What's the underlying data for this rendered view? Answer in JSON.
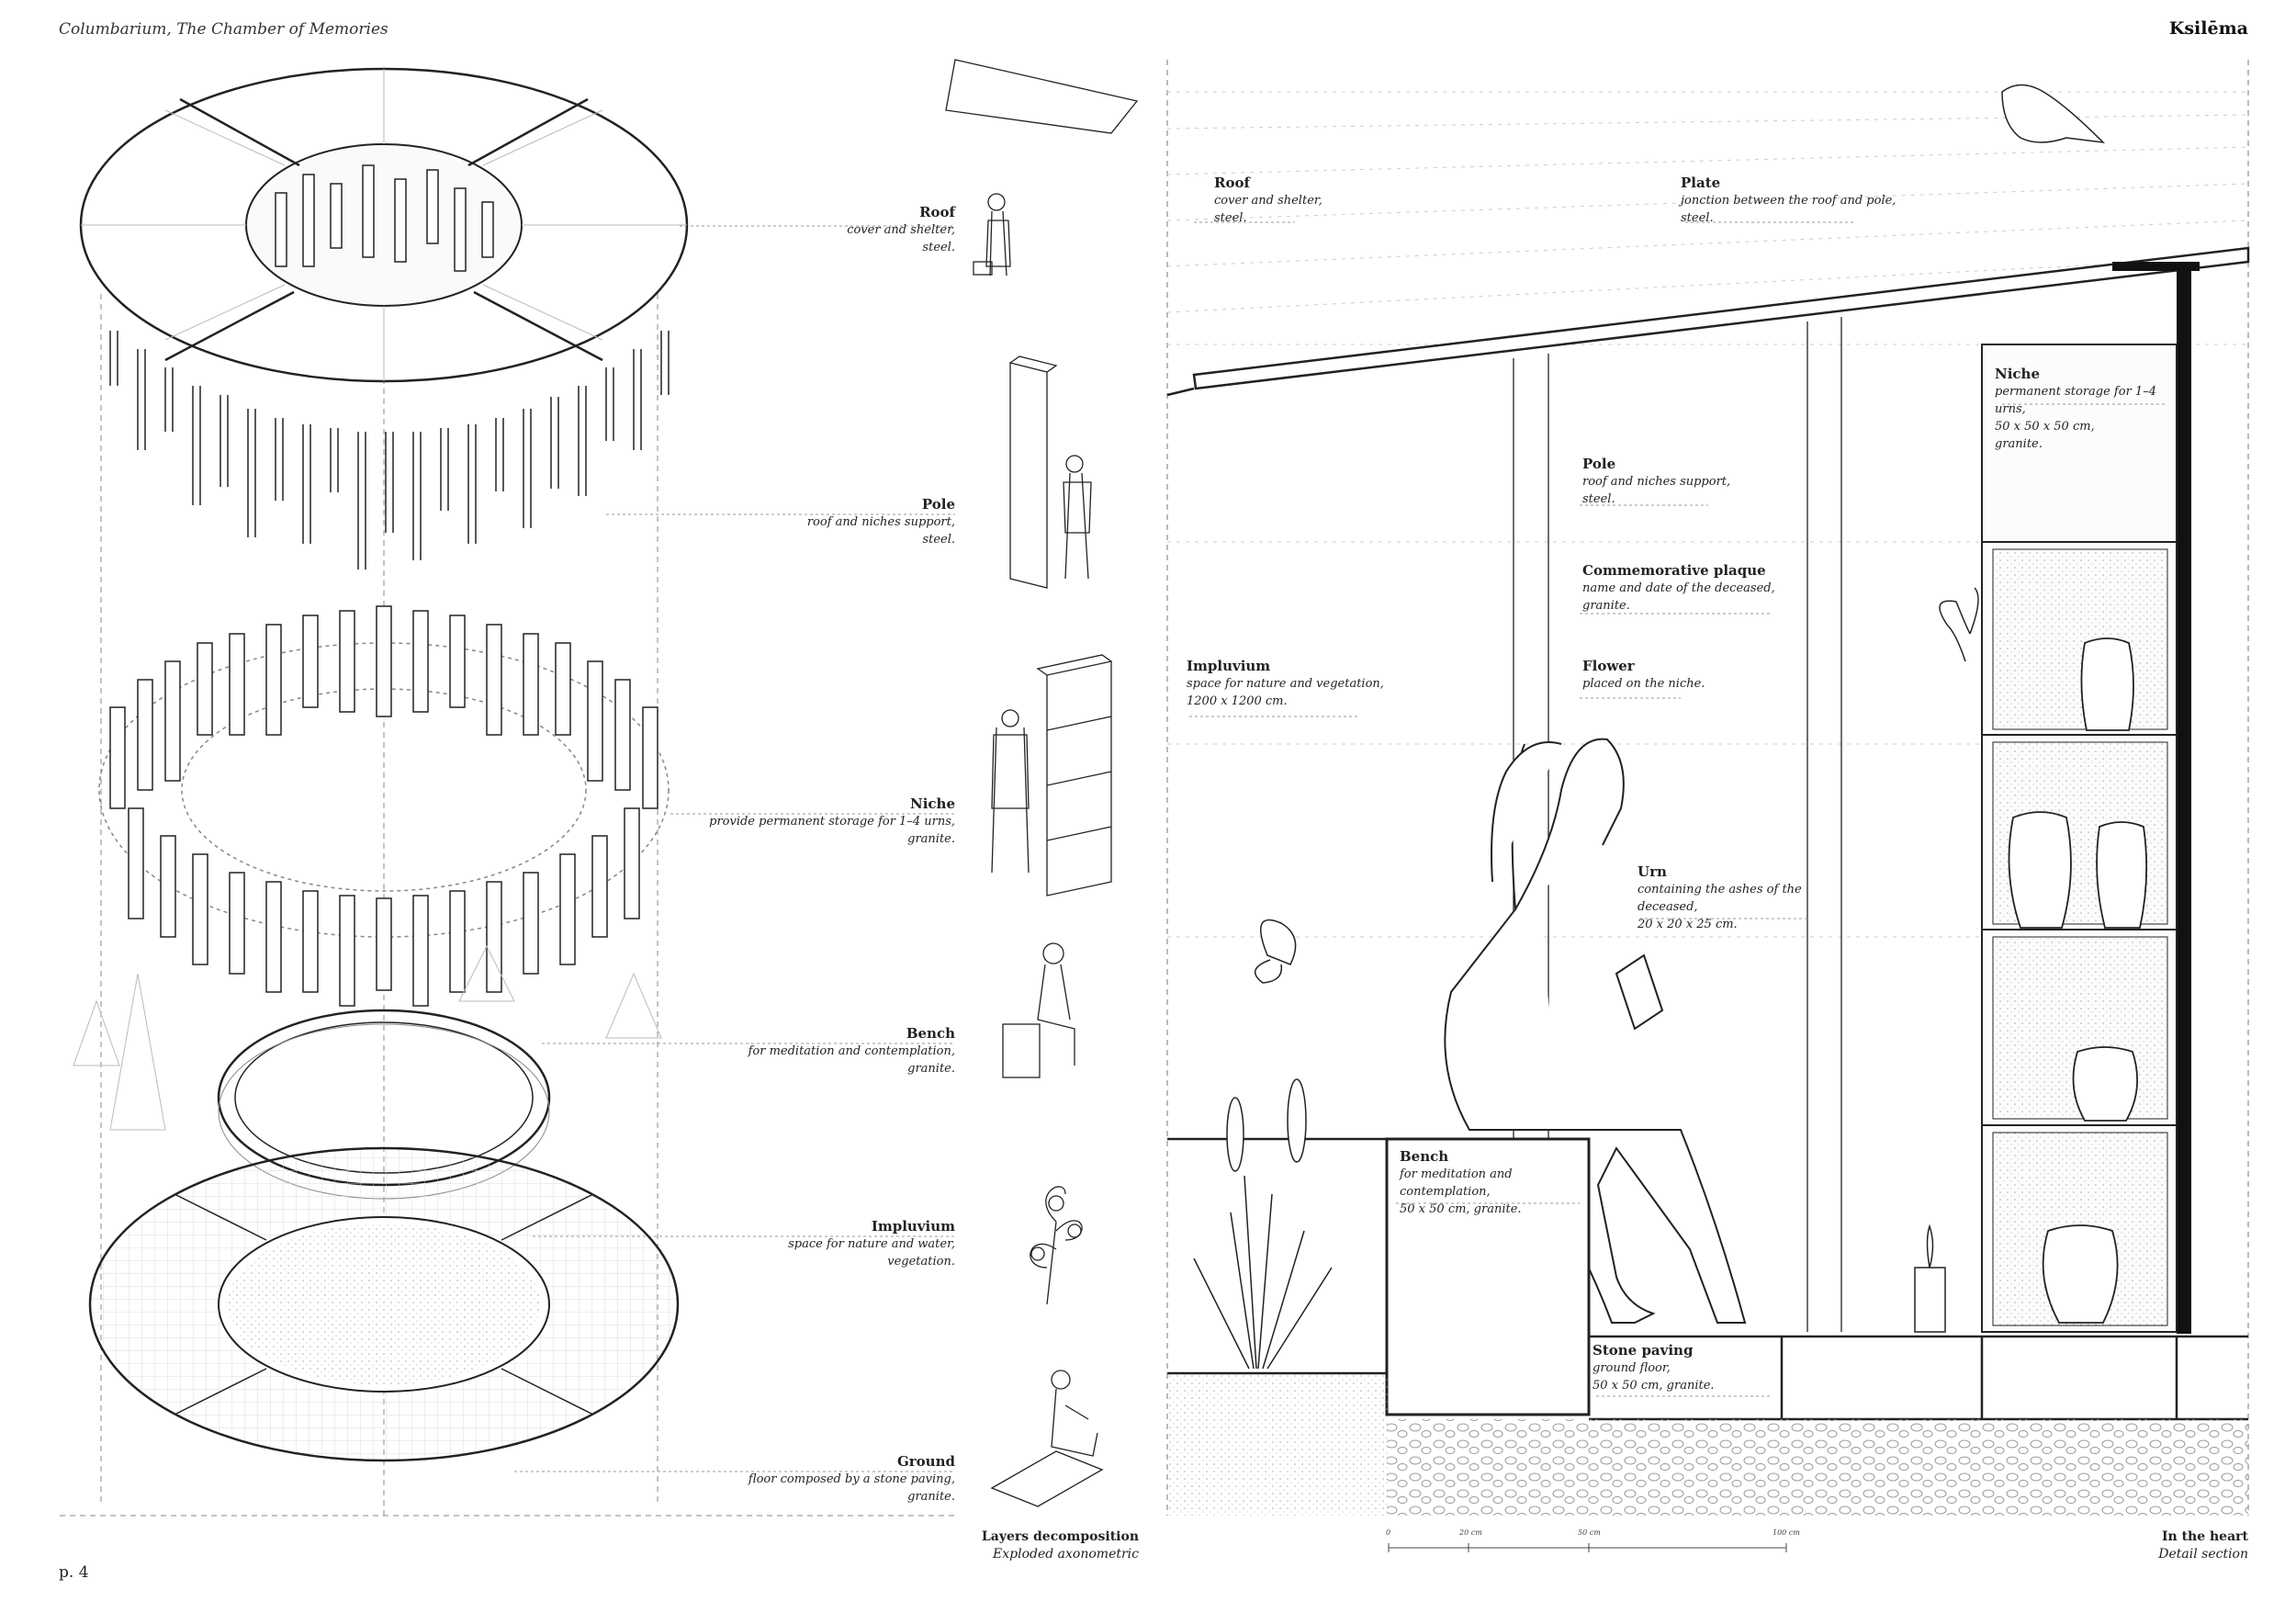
{
  "header": {
    "title": "Columbarium, The Chamber of Memories",
    "brand": "Ksilēma"
  },
  "page_number": "p. 4",
  "axonometric": {
    "layers": [
      {
        "title": "Roof",
        "desc": "cover and shelter,\nsteel."
      },
      {
        "title": "Pole",
        "desc": "roof and niches support,\nsteel."
      },
      {
        "title": "Niche",
        "desc": "provide permanent storage for 1–4 urns,\ngranite."
      },
      {
        "title": "Bench",
        "desc": "for meditation and contemplation,\ngranite."
      },
      {
        "title": "Impluvium",
        "desc": "space for nature and water,\nvegetation."
      },
      {
        "title": "Ground",
        "desc": "floor composed by a stone paving,\ngranite."
      }
    ],
    "caption_title": "Layers decomposition",
    "caption_sub": "Exploded axonometric"
  },
  "section": {
    "labels": [
      {
        "title": "Roof",
        "desc": "cover and shelter,\nsteel."
      },
      {
        "title": "Plate",
        "desc": "jonction between the roof and pole,\nsteel."
      },
      {
        "title": "Niche",
        "desc": "permanent storage for 1–4 urns,\n50 x 50 x 50 cm,\ngranite."
      },
      {
        "title": "Pole",
        "desc": "roof and niches support,\nsteel."
      },
      {
        "title": "Commemorative plaque",
        "desc": "name and date of the deceased,\ngranite."
      },
      {
        "title": "Flower",
        "desc": "placed on the niche."
      },
      {
        "title": "Impluvium",
        "desc": "space for nature and vegetation,\n1200 x 1200 cm."
      },
      {
        "title": "Urn",
        "desc": "containing the ashes of the deceased,\n20 x 20 x 25 cm."
      },
      {
        "title": "Bench",
        "desc": "for meditation and contemplation,\n50 x 50 cm, granite."
      },
      {
        "title": "Stone paving",
        "desc": "ground floor,\n50 x 50 cm, granite."
      }
    ],
    "scale": [
      "0",
      "20 cm",
      "50 cm",
      "100 cm"
    ],
    "caption_title": "In the heart",
    "caption_sub": "Detail section"
  }
}
